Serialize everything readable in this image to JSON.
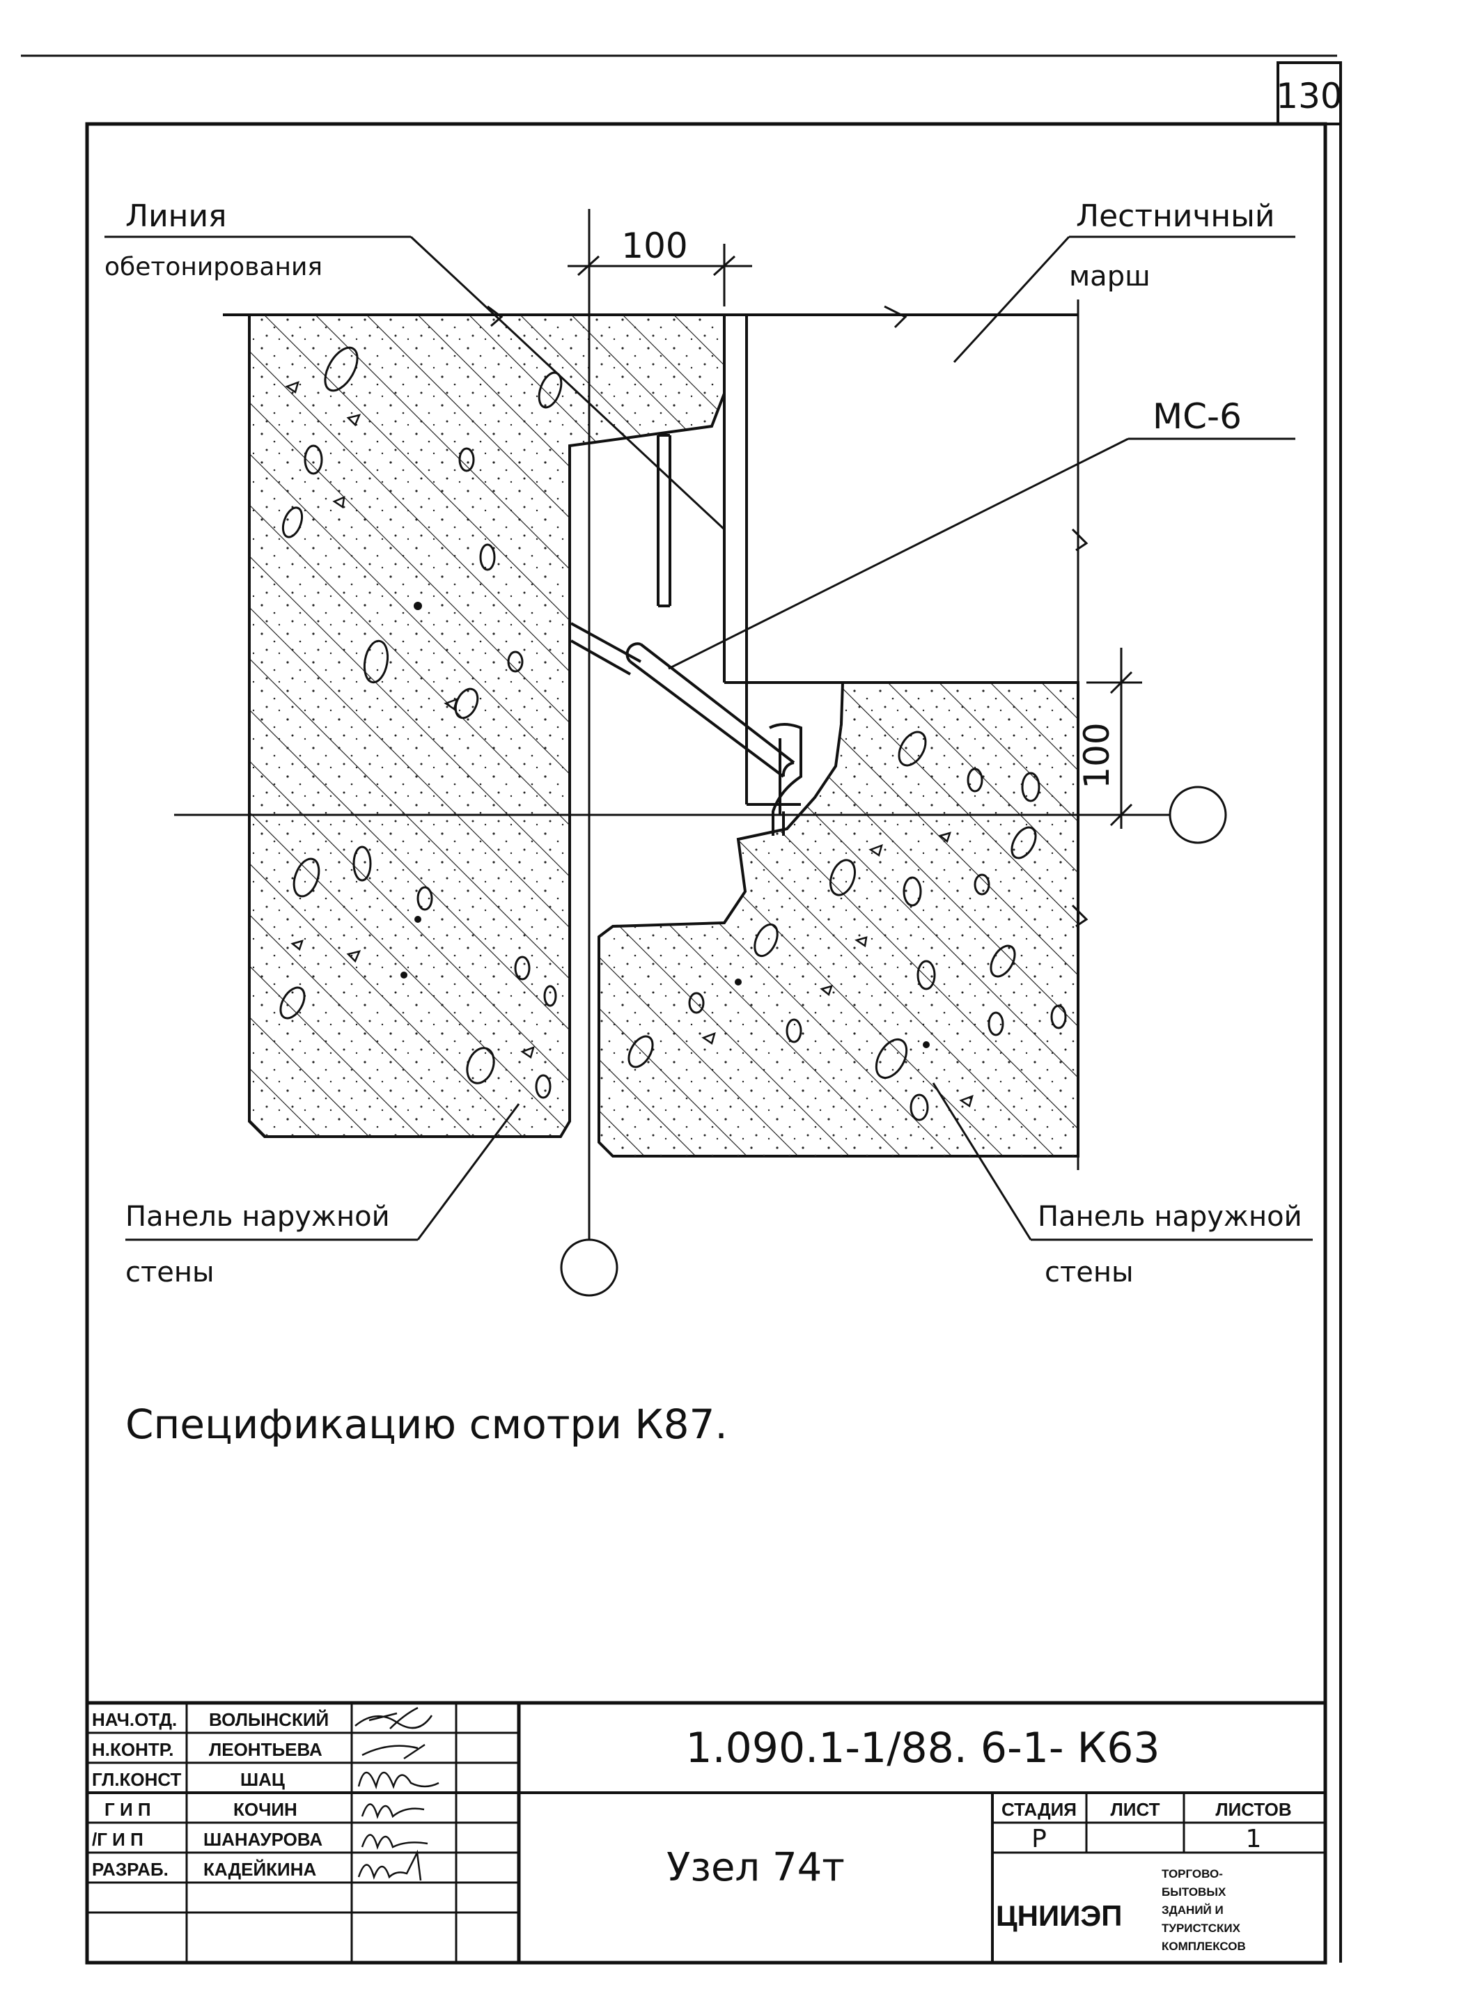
{
  "sheet_number": "130",
  "labels": {
    "concreting_line_1": "Линия",
    "concreting_line_2": "обетонирования",
    "stair_flight_1": "Лестничный",
    "stair_flight_2": "марш",
    "part_mark": "МС-6",
    "dim_top": "100",
    "dim_right": "100",
    "panel_left_1": "Панель наружной",
    "panel_left_2": "стены",
    "panel_right_1": "Панель наружной",
    "panel_right_2": "стены"
  },
  "note": "Спецификацию смотри  К87.",
  "title_block": {
    "document_code": "1.090.1-1/88. 6-1- К63",
    "drawing_name": "Узел 74т",
    "roles": [
      {
        "role": "НАЧ.ОТД.",
        "name": "ВОЛЫНСКИЙ"
      },
      {
        "role": "Н.КОНТР.",
        "name": "ЛЕОНТЬЕВА"
      },
      {
        "role": "ГЛ.КОНСТ",
        "name": "ШАЦ"
      },
      {
        "role": "Г И П",
        "name": "КОЧИН"
      },
      {
        "role": "/Г И П",
        "name": "ШАНАУРОВА"
      },
      {
        "role": "РАЗРАБ.",
        "name": "КАДЕЙКИНА"
      }
    ],
    "stage_header": "СТАДИЯ",
    "sheet_header": "ЛИСТ",
    "sheets_header": "ЛИСТОВ",
    "stage_value": "Р",
    "sheet_value": "",
    "sheets_value": "1",
    "organization": "ЦНИИЭП",
    "org_description": [
      "ТОРГОВО-",
      "БЫТОВЫХ",
      "ЗДАНИЙ И",
      "ТУРИСТСКИХ",
      "КОМПЛЕКСОВ"
    ]
  }
}
